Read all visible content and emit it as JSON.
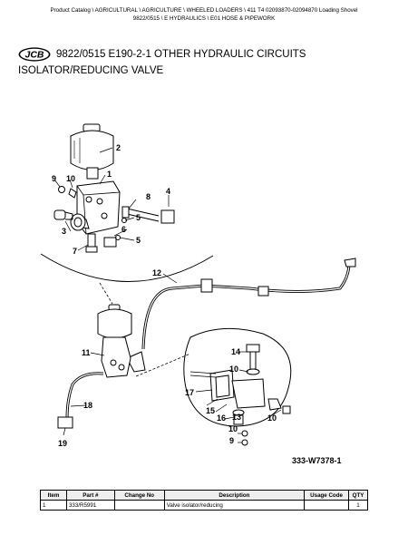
{
  "header": {
    "breadcrumb_line1": "Product Catalog \\ AGRICULTURAL \\ AGRICULTURE \\ WHEELED LOADERS \\ 411 T4 02093870-02094870 Loading Shovel",
    "breadcrumb_line2": "9822/0515 \\ E HYDRAULICS \\ E01 HOSE & PIPEWORK"
  },
  "logo": {
    "text": "JCB",
    "color": "#000000"
  },
  "title": {
    "line1": "9822/0515 E190-2-1 OTHER HYDRAULIC CIRCUITS",
    "line2": "ISOLATOR/REDUCING VALVE"
  },
  "diagram": {
    "callouts": [
      "1",
      "2",
      "3",
      "4",
      "5",
      "6",
      "7",
      "8",
      "9",
      "10",
      "11",
      "12",
      "13",
      "14",
      "15",
      "16",
      "17",
      "18",
      "19"
    ],
    "figure_ref": "333-W7378-1"
  },
  "parts_table": {
    "headers": [
      "Item",
      "Part #",
      "Change No",
      "Description",
      "Usage Code",
      "QTY"
    ],
    "rows": [
      [
        "1",
        "333/R5991",
        "",
        "Valve isolator/reducing",
        "",
        "1"
      ]
    ]
  }
}
